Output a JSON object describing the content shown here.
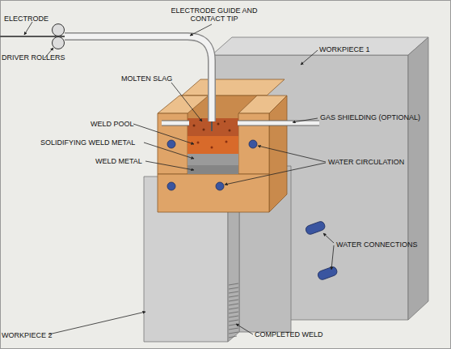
{
  "diagram": {
    "labels": [
      "ELECTRODE",
      "ELECTRODE GUIDE AND CONTACT TIP",
      "WORKPIECE 1",
      "DRIVER ROLLERS",
      "MOLTEN SLAG",
      "GAS SHIELDING (OPTIONAL)",
      "WELD POOL",
      "SOLIDIFYING WELD METAL",
      "WATER CIRCULATION",
      "WELD METAL",
      "WATER CONNECTIONS",
      "WORKPIECE 2",
      "COMPLETED WELD"
    ]
  }
}
